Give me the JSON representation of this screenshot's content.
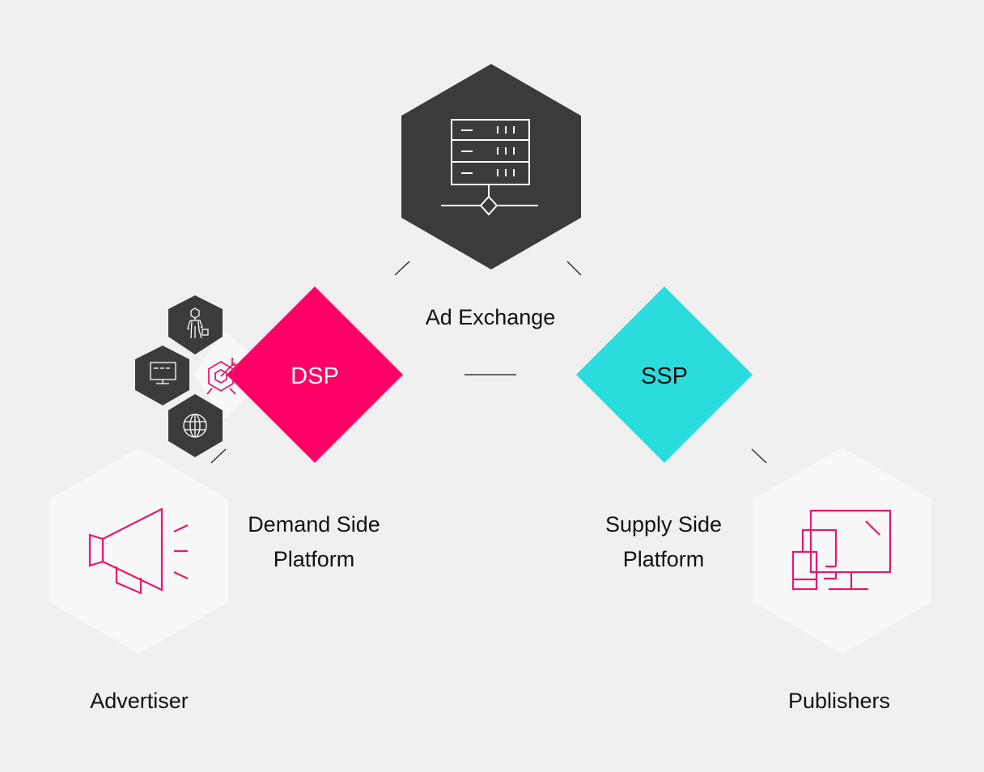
{
  "nodes": {
    "ad_exchange": {
      "label": "Ad Exchange",
      "icon": "server-rack-icon"
    },
    "dsp": {
      "abbr": "DSP",
      "label": "Demand Side\nPlatform",
      "icon": "target-arrow-icon"
    },
    "ssp": {
      "abbr": "SSP",
      "label": "Supply Side\nPlatform"
    },
    "advertiser": {
      "label": "Advertiser",
      "icon": "megaphone-icon"
    },
    "publishers": {
      "label": "Publishers",
      "icon": "multi-device-icon"
    }
  },
  "dsp_satellites": [
    {
      "icon": "person-with-bag-icon"
    },
    {
      "icon": "monitor-icon"
    },
    {
      "icon": "globe-icon"
    }
  ],
  "colors": {
    "background": "#f0f0f0",
    "dark_hex": "#3b3b3b",
    "light_hex": "#f8f8f8",
    "dsp": "#ff0066",
    "ssp": "#2adcdc",
    "accent_icon": "#e8186e",
    "connector": "#333333",
    "text": "#111111"
  }
}
